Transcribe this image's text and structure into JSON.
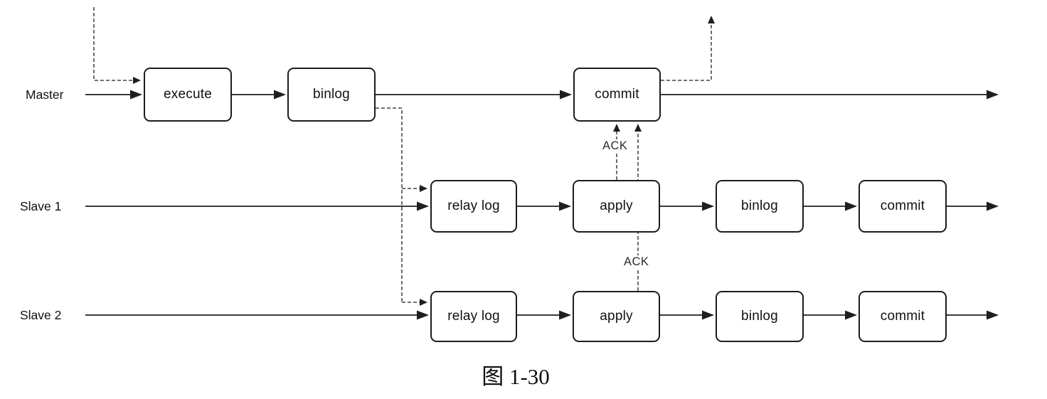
{
  "figure": {
    "caption": "图 1-30",
    "rows": [
      {
        "label": "Master",
        "boxes": [
          "execute",
          "binlog",
          "commit"
        ]
      },
      {
        "label": "Slave 1",
        "boxes": [
          "relay log",
          "apply",
          "binlog",
          "commit"
        ]
      },
      {
        "label": "Slave 2",
        "boxes": [
          "relay log",
          "apply",
          "binlog",
          "commit"
        ]
      }
    ],
    "annotations": {
      "ack_master": "ACK",
      "ack_slave2": "ACK"
    },
    "colors": {
      "line": "#1f1f1f",
      "box_border": "#1c1c1c",
      "box_fill": "#ffffff",
      "text": "#161616",
      "background": "#ffffff"
    }
  }
}
